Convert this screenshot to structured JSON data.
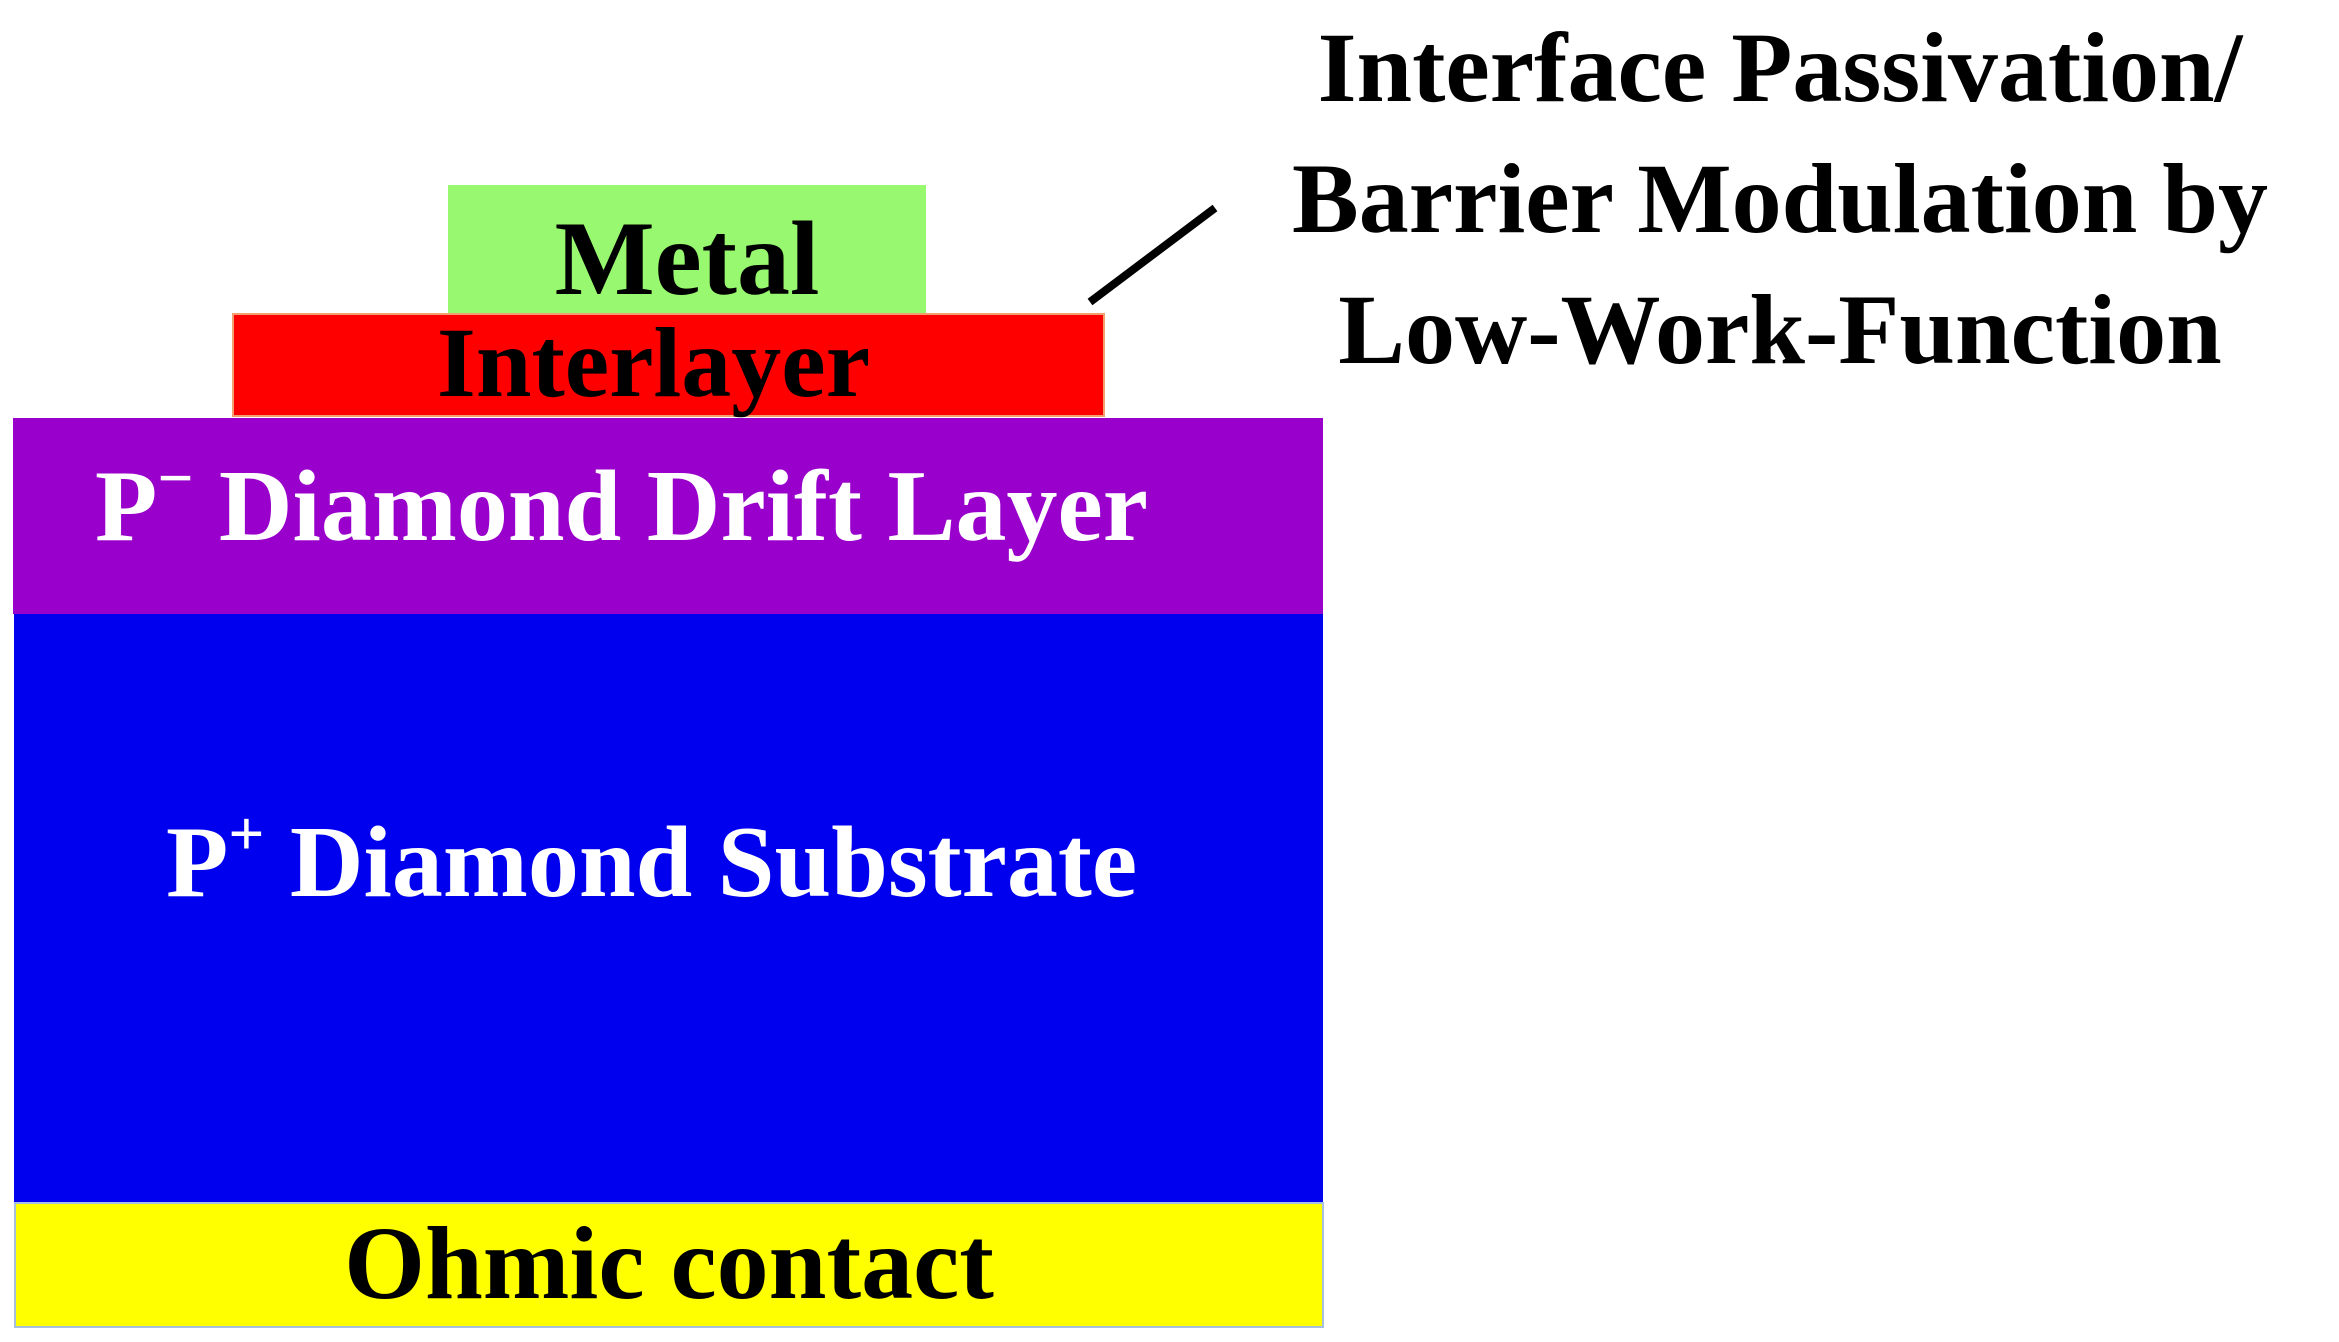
{
  "colors": {
    "metal": "#98f970",
    "interlayer": "#ff0000",
    "drift_layer": "#9900cc",
    "substrate": "#0000ee",
    "ohmic_contact": "#ffff00"
  },
  "layers": {
    "metal": "Metal",
    "interlayer": "Interlayer",
    "drift_prefix": "P",
    "drift_sup": "−",
    "drift_label": "Diamond Drift Layer",
    "substrate_prefix": "P",
    "substrate_sup": "+",
    "substrate_label": "Diamond Substrate",
    "ohmic": "Ohmic contact"
  },
  "annotation": {
    "line1": "Interface Passivation/",
    "line2": "Barrier Modulation by",
    "line3": "Low-Work-Function"
  }
}
